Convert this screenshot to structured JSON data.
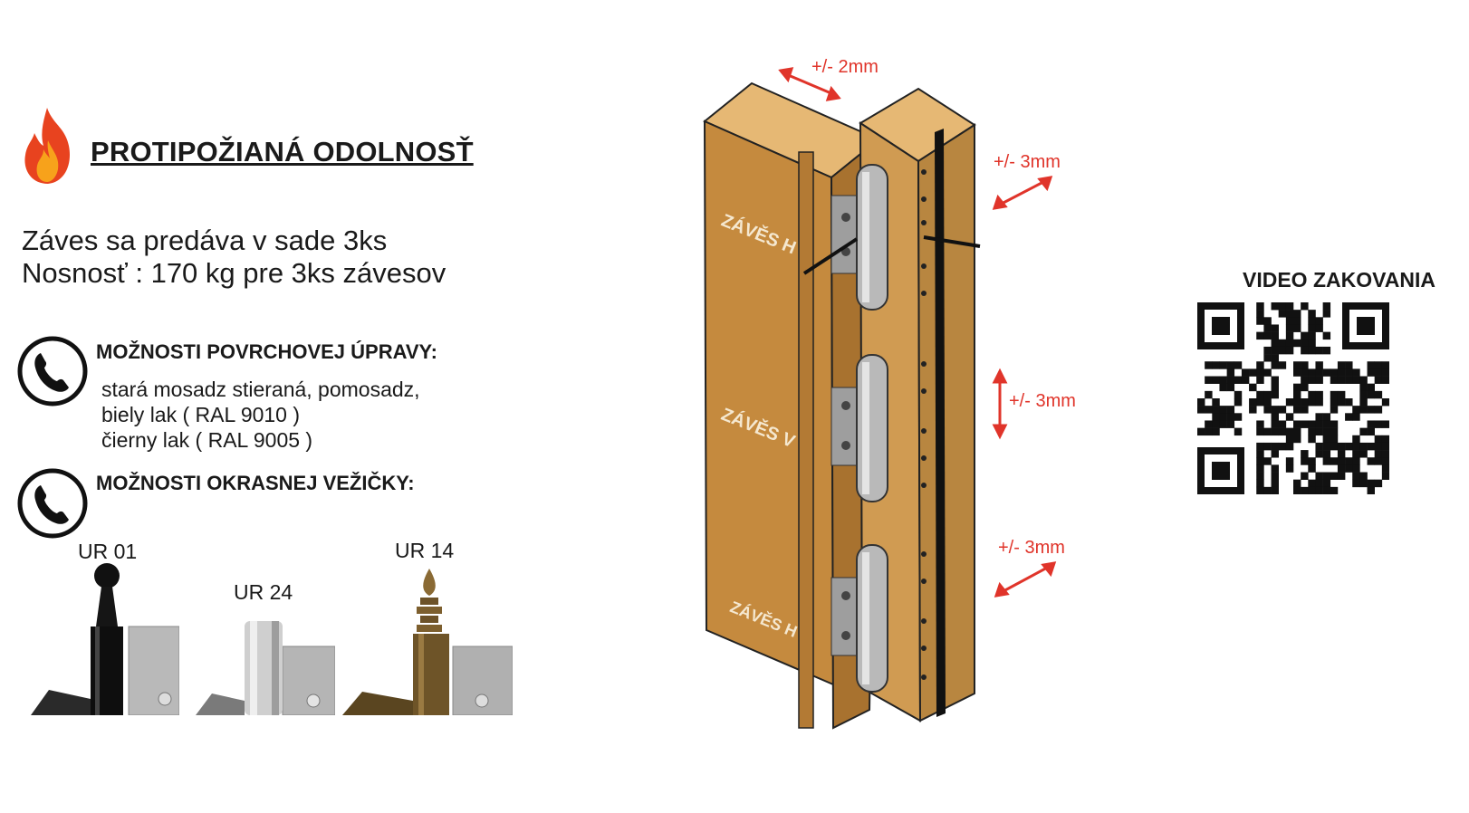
{
  "header": {
    "title": "PROTIPOŽIANÁ ODOLNOSŤ"
  },
  "info": {
    "line1": "Záves sa predáva v sade 3ks",
    "line2": "Nosnosť : 170 kg pre 3ks závesov"
  },
  "surface": {
    "title": "MOŽNOSTI POVRCHOVEJ ÚPRAVY:",
    "lines": [
      "stará mosadz stieraná, pomosadz,",
      "biely lak ( RAL 9010 )",
      "čierny lak ( RAL 9005 )"
    ]
  },
  "finials": {
    "title": "MOŽNOSTI OKRASNEJ VEŽIČKY:",
    "items": [
      {
        "label": "UR 01",
        "color": "#111111"
      },
      {
        "label": "UR 24",
        "color": "#c9c9c9"
      },
      {
        "label": "UR 14",
        "color": "#7a5a2a"
      }
    ]
  },
  "diagram": {
    "hinges": [
      "ZÁVĚS H",
      "ZÁVĚS V",
      "ZÁVĚS H"
    ],
    "dimensions": [
      "+/- 2mm",
      "+/- 3mm",
      "+/- 3mm",
      "+/- 3mm"
    ]
  },
  "video": {
    "title": "VIDEO ZAKOVANIA"
  },
  "colors": {
    "accent": "#e0342a",
    "wood": "#c58a3e",
    "text": "#1a1a1a"
  }
}
